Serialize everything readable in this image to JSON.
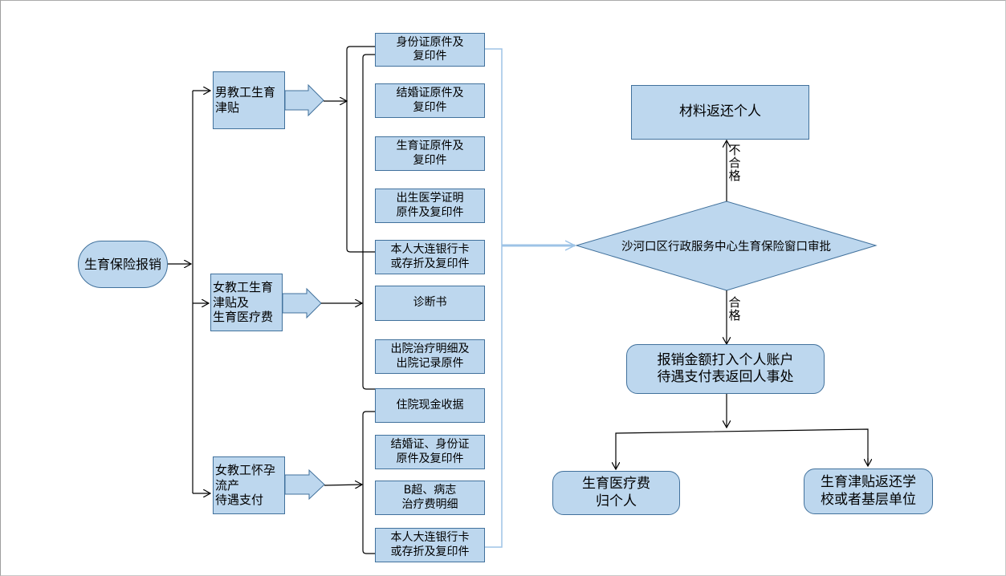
{
  "start": "生育保险报销",
  "categories": {
    "male": "男教工生育津贴",
    "female": "女教工生育津贴及\n生育医疗费",
    "miscarriage": "女教工怀孕流产\n待遇支付"
  },
  "documents": {
    "id_card": "身份证原件及\n复印件",
    "marriage_cert": "结婚证原件及\n复印件",
    "birth_permit": "生育证原件及\n复印件",
    "birth_medical_cert": "出生医学证明\n原件及复印件",
    "bank_card_1": "本人大连银行卡\n或存折及复印件",
    "diagnosis": "诊断书",
    "discharge_detail": "出院治疗明细及\n出院记录原件",
    "cash_receipt": "住院现金收据",
    "marriage_id": "结婚证、身份证\n原件及复印件",
    "ultrasound": "B超、病志\n治疗费明细",
    "bank_card_2": "本人大连银行卡\n或存折及复印件"
  },
  "review": "沙河口区行政服务中心生育保险窗口审批",
  "fail_label": "不\n合\n格",
  "pass_label": "合\n格",
  "return_materials": "材料返还个人",
  "payment": "报销金额打入个人账户\n待遇支付表返回人事处",
  "outcomes": {
    "medical": "生育医疗费\n归个人",
    "allowance": "生育津贴返还学\n校或者基层单位"
  },
  "colors": {
    "fill": "#bdd7ee",
    "border": "#41719c",
    "line": "#000000",
    "connector": "#9dc3e6"
  }
}
